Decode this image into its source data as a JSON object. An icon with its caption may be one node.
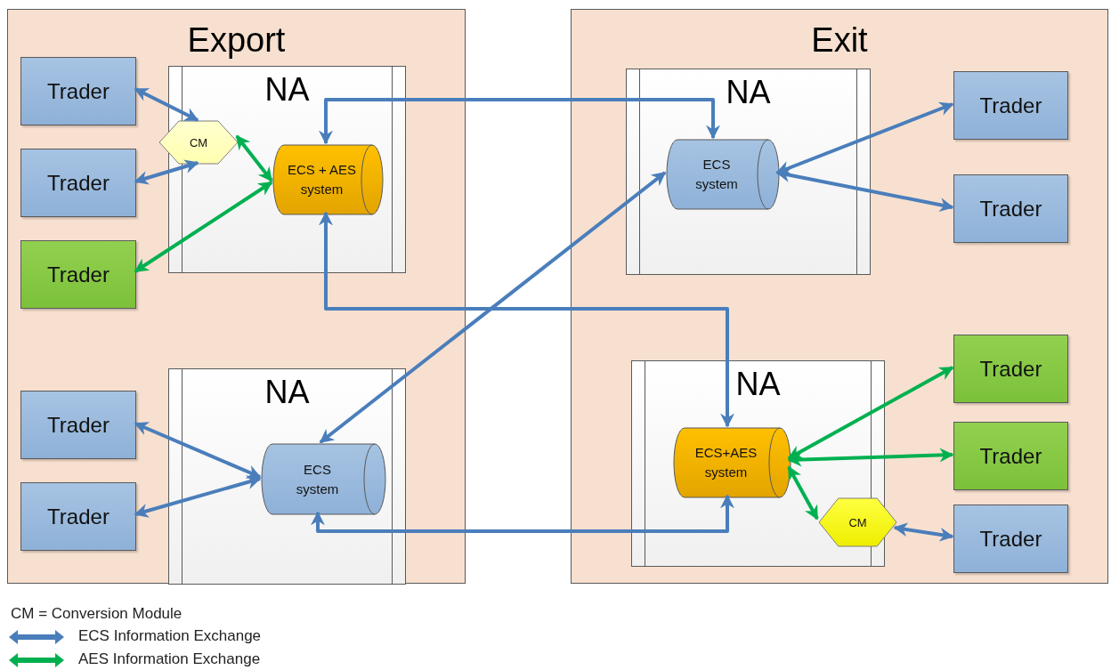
{
  "diagram": {
    "nodes": [
      {
        "text": [
          "Export"
        ]
      },
      {
        "text": [
          "Trader"
        ],
        "in": 0
      },
      {
        "text": [
          "NA"
        ],
        "in": 0
      },
      {
        "text": [
          "CM"
        ],
        "in": 0
      },
      {
        "text": [
          "ECS + AES system"
        ],
        "in": 2
      },
      {
        "text": [
          "Trader"
        ],
        "in": 0
      },
      {
        "text": [
          "Trader"
        ],
        "in": 0
      },
      {
        "text": [
          "NA"
        ],
        "in": 0
      },
      {
        "text": [
          "Trader"
        ],
        "in": 0
      },
      {
        "text": [
          "ECS system"
        ],
        "in": 7
      },
      {
        "text": [
          "Trader"
        ],
        "in": 0
      },
      {
        "text": [
          "Exit"
        ]
      },
      {
        "text": [
          "NA"
        ],
        "in": 11
      },
      {
        "text": [
          "ECS system"
        ],
        "in": 12
      },
      {
        "text": [
          "Trader"
        ],
        "in": 11
      },
      {
        "text": [
          "Trader"
        ],
        "in": 11
      },
      {
        "text": [
          "NA"
        ],
        "in": 11
      },
      {
        "text": [
          "ECS+AES system"
        ],
        "in": 16
      },
      {
        "text": [
          "Trader"
        ],
        "in": 11
      },
      {
        "text": [
          "Trader"
        ],
        "in": 11
      },
      {
        "text": [
          "CM"
        ],
        "in": 16
      },
      {
        "text": [
          "Trader"
        ],
        "in": 11
      }
    ],
    "edges": [
      {
        "from": 1,
        "to": 3,
        "arrow": "both"
      },
      {
        "from": 5,
        "to": 3,
        "arrow": "both"
      },
      {
        "from": 3,
        "to": 4,
        "arrow": "both",
        "color": "#00b050"
      },
      {
        "from": 6,
        "to": 4,
        "arrow": "both",
        "color": "#00b050"
      },
      {
        "from": 4,
        "to": 13,
        "arrow": "both"
      },
      {
        "from": 4,
        "to": 17,
        "arrow": "both"
      },
      {
        "from": 9,
        "to": 13,
        "arrow": "both"
      },
      {
        "from": 8,
        "to": 9,
        "arrow": "both"
      },
      {
        "from": 10,
        "to": 9,
        "arrow": "both"
      },
      {
        "from": 9,
        "to": 17,
        "arrow": "both"
      },
      {
        "from": 13,
        "to": 14,
        "arrow": "both"
      },
      {
        "from": 13,
        "to": 15,
        "arrow": "both"
      },
      {
        "from": 17,
        "to": 18,
        "arrow": "both",
        "color": "#00b050"
      },
      {
        "from": 17,
        "to": 19,
        "arrow": "both",
        "color": "#00b050"
      },
      {
        "from": 17,
        "to": 20,
        "arrow": "both",
        "color": "#00b050"
      },
      {
        "from": 20,
        "to": 21,
        "arrow": "both"
      }
    ],
    "labels": [
      "CM = Conversion Module"
    ],
    "legend": [
      {
        "text": "ECS Information Exchange"
      },
      {
        "text": "AES Information Exchange"
      }
    ]
  }
}
